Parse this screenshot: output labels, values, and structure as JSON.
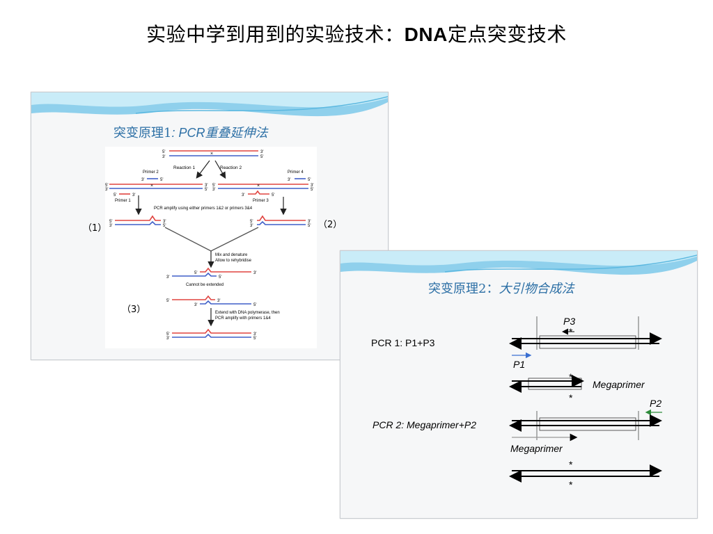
{
  "slide": {
    "title_prefix": "实验中学到用到的实验技术：",
    "title_bold": "DNA",
    "title_suffix": "定点突变技术"
  },
  "panel1": {
    "title_cn": "突变原理1",
    "title_sep": ": ",
    "title_en": "PCR",
    "title_cn2": "重叠延伸法",
    "tags": [
      "（1）",
      "（2）",
      "（3）"
    ],
    "figure": {
      "end5": "5'",
      "end3": "3'",
      "reaction1": "Reaction 1",
      "reaction2": "Reaction 2",
      "primer1": "Primer 1",
      "primer2": "Primer 2",
      "primer3": "Primer 3",
      "primer4": "Primer 4",
      "mutation_mark": "×",
      "step_pcr": "PCR amplify using either primers 1&2 or primers 3&4",
      "step_mix_1": "Mix and denature",
      "step_mix_2": "Allow to rehybridise",
      "cannot_extend": "Cannot be extended",
      "step_extend_1": "Extend with DNA polymerase, then",
      "step_extend_2": "PCR amplify with primers 1&4",
      "colors": {
        "red_strand": "#e0433f",
        "blue_strand": "#3f5fc8"
      }
    }
  },
  "panel2": {
    "title_cn": "突变原理2：",
    "title_cn2": "大引物合成法",
    "pcr1_label": "PCR 1: P1+P3",
    "pcr2_label": "PCR 2: Megaprimer+P2",
    "p1": "P1",
    "p2": "P2",
    "p3": "P3",
    "megaprimer_a": "Megaprimer",
    "megaprimer_b": "Megaprimer",
    "star": "*",
    "colors": {
      "p1_arrow": "#3a6fd1",
      "p2_arrow": "#2e8b3a"
    }
  }
}
